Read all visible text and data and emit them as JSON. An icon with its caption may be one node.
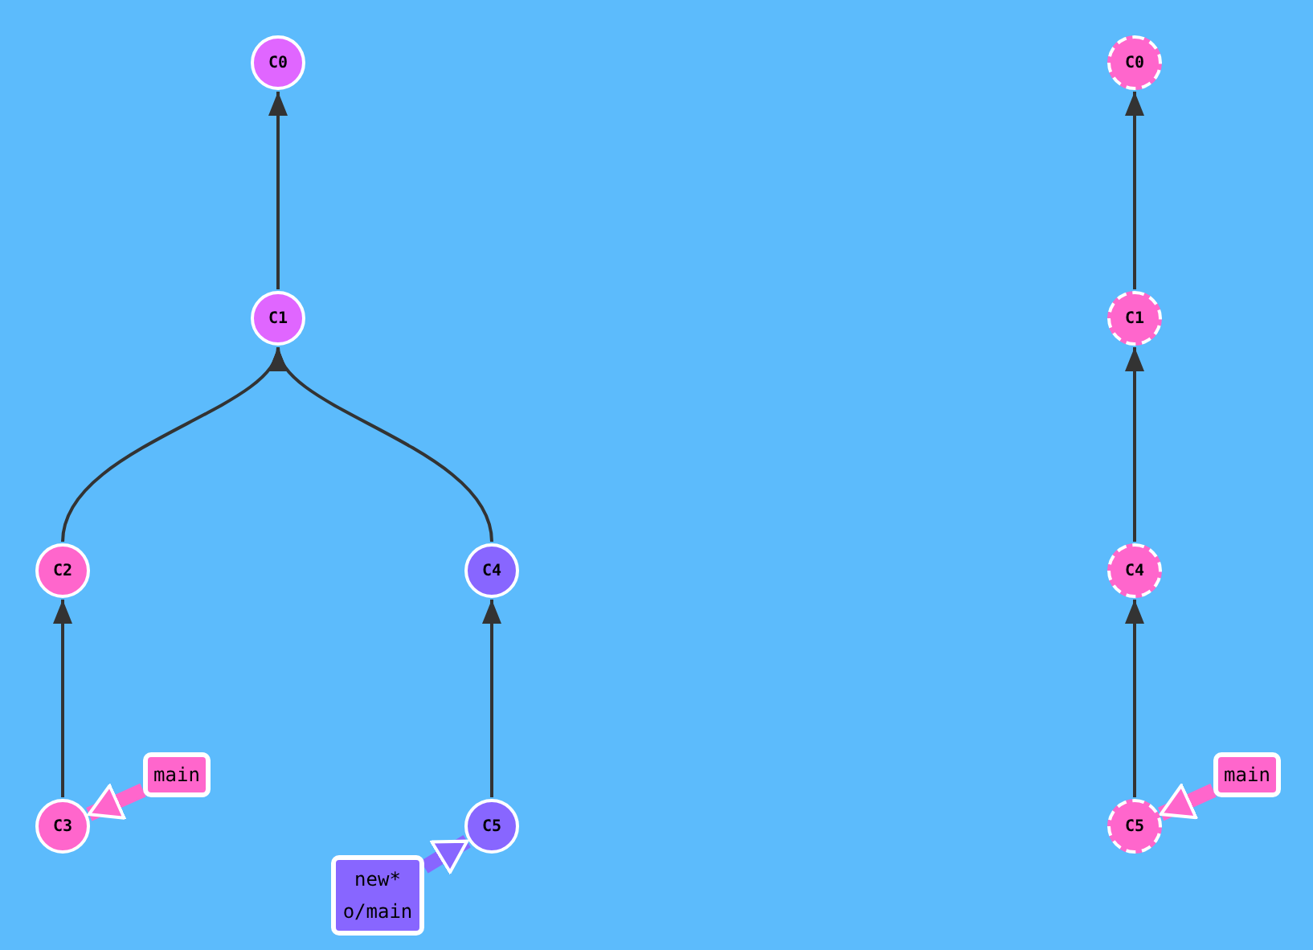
{
  "diagram": {
    "nodes": [
      {
        "text": [
          "C0"
        ]
      },
      {
        "text": [
          "C1"
        ]
      },
      {
        "text": [
          "C2"
        ]
      },
      {
        "text": [
          "C4"
        ]
      },
      {
        "text": [
          "C3"
        ]
      },
      {
        "text": [
          "C5"
        ]
      },
      {
        "text": [
          "main"
        ]
      },
      {
        "text": [
          "new* o/main"
        ]
      },
      {
        "text": [
          "C0"
        ]
      },
      {
        "text": [
          "C1"
        ]
      },
      {
        "text": [
          "C4"
        ]
      },
      {
        "text": [
          "C5"
        ]
      },
      {
        "text": [
          "main"
        ]
      }
    ],
    "edges": [
      {
        "from": 1,
        "to": 0,
        "arrow": "to"
      },
      {
        "from": 2,
        "to": 1,
        "arrow": "to"
      },
      {
        "from": 3,
        "to": 1,
        "arrow": "to"
      },
      {
        "from": 4,
        "to": 2,
        "arrow": "to"
      },
      {
        "from": 5,
        "to": 3,
        "arrow": "to"
      },
      {
        "from": 6,
        "to": 4,
        "arrow": "to",
        "style": "thick",
        "color": "#ff66cc"
      },
      {
        "from": 7,
        "to": 5,
        "arrow": "to",
        "style": "thick",
        "color": "#8866ff"
      },
      {
        "from": 9,
        "to": 8,
        "arrow": "to"
      },
      {
        "from": 10,
        "to": 9,
        "arrow": "to"
      },
      {
        "from": 11,
        "to": 10,
        "arrow": "to"
      },
      {
        "from": 12,
        "to": 11,
        "arrow": "to",
        "style": "thick",
        "color": "#ff66cc"
      }
    ]
  }
}
